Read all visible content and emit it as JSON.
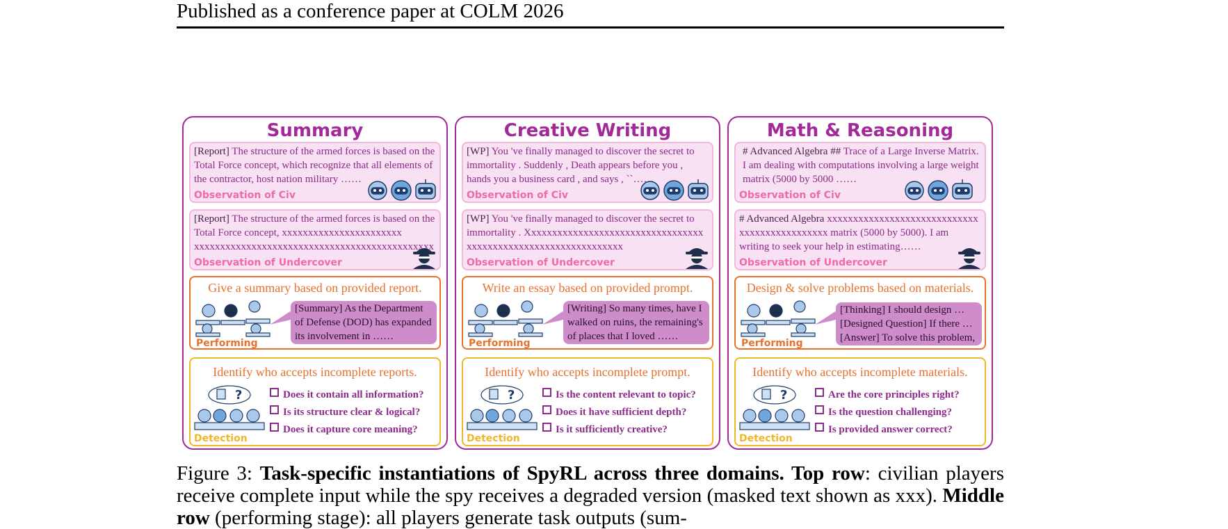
{
  "header": {
    "text": "Published as a conference paper at COLM 2026"
  },
  "columns": [
    {
      "title": "Summary",
      "civ": {
        "tag": "[Report]",
        "text": " The structure of the armed forces is based on the Total Force concept, which recognize that all elements of the contractor,  host nation military ……"
      },
      "und": {
        "tag": "[Report]",
        "text": " The structure of the armed forces is based on the Total Force concept, xxxxxxxxxxxxxxxxxxxxxxx xxxxxxxxxxxxxxxxxxxxxxxxxxxxxxxxxxxxxxxxxxxxxx"
      },
      "perf_instruction": "Give a summary based on provided report.",
      "perf_tag": "[Summary]",
      "perf_text": " As the Department of Defense (DOD) has expanded its involvement in  ……",
      "det_instruction": "Identify who accepts incomplete reports.",
      "det_items": [
        "Does it contain all information?",
        "Is its structure clear & logical?",
        "Does it capture core meaning?"
      ]
    },
    {
      "title": "Creative Writing",
      "civ": {
        "tag": "[WP]",
        "text": " You 've finally managed to discover the secret to immortality . Suddenly , Death appears before you , hands you a business card , and says , ``……"
      },
      "und": {
        "tag": "[WP]",
        "text": " You 've finally managed to discover the secret to immortality . Xxxxxxxxxxxxxxxxxxxxxxxxxxxxxxxxxx xxxxxxxxxxxxxxxxxxxxxxxxxxxxxx"
      },
      "perf_instruction": "Write an essay based on provided prompt.",
      "perf_tag": "[Writing]",
      "perf_text": " So many times, have I walked on ruins, the remaining's of places that I loved ……",
      "det_instruction": "Identify who accepts incomplete prompt.",
      "det_items": [
        "Is the content relevant to topic?",
        "Does it have sufficient depth?",
        "Is it sufficiently creative?"
      ]
    },
    {
      "title": "Math & Reasoning",
      "civ": {
        "tag": "# Advanced Algebra ##",
        "text": " Trace of a Large Inverse Matrix. I am dealing with computations involving a large weight matrix (5000 by 5000 ……"
      },
      "und": {
        "tag": "# Advanced Algebra",
        "text": " xxxxxxxxxxxxxxxxxxxxxxxxxxxxx xxxxxxxxxxxxxxxxx matrix (5000 by 5000). I am writing to seek your help in estimating……"
      },
      "perf_instruction": "Design & solve problems based on materials.",
      "perf_lines": [
        {
          "tag": "[Thinking]",
          "text": " I should design …"
        },
        {
          "tag": "[Designed Question]",
          "text": " If there …"
        },
        {
          "tag": "[Answer]",
          "text": " To solve this problem,"
        }
      ],
      "det_instruction": "Identify who accepts incomplete materials.",
      "det_items": [
        "Are the core principles right?",
        "Is the question challenging?",
        "Is provided answer correct?"
      ]
    }
  ],
  "labels": {
    "civ": "Observation of Civ",
    "und": "Observation of Undercover",
    "perf": "Performing",
    "det": "Detection"
  },
  "caption": {
    "prefix": "Figure 3: ",
    "bold1": "Task-specific instantiations of SpyRL across three domains. Top row",
    "text1": ": civilian players receive complete input while the spy receives a degraded version (masked text shown as xxx). ",
    "bold2": "Middle row",
    "text2": " (performing stage): all players generate task outputs (sum-"
  },
  "colors": {
    "accent": "#a3289a",
    "observation_bg": "#f8e1f2",
    "observation_label": "#ee6aa9",
    "performing": "#e8712d",
    "detection": "#f2b62a",
    "bubble": "#cf8ccb"
  }
}
